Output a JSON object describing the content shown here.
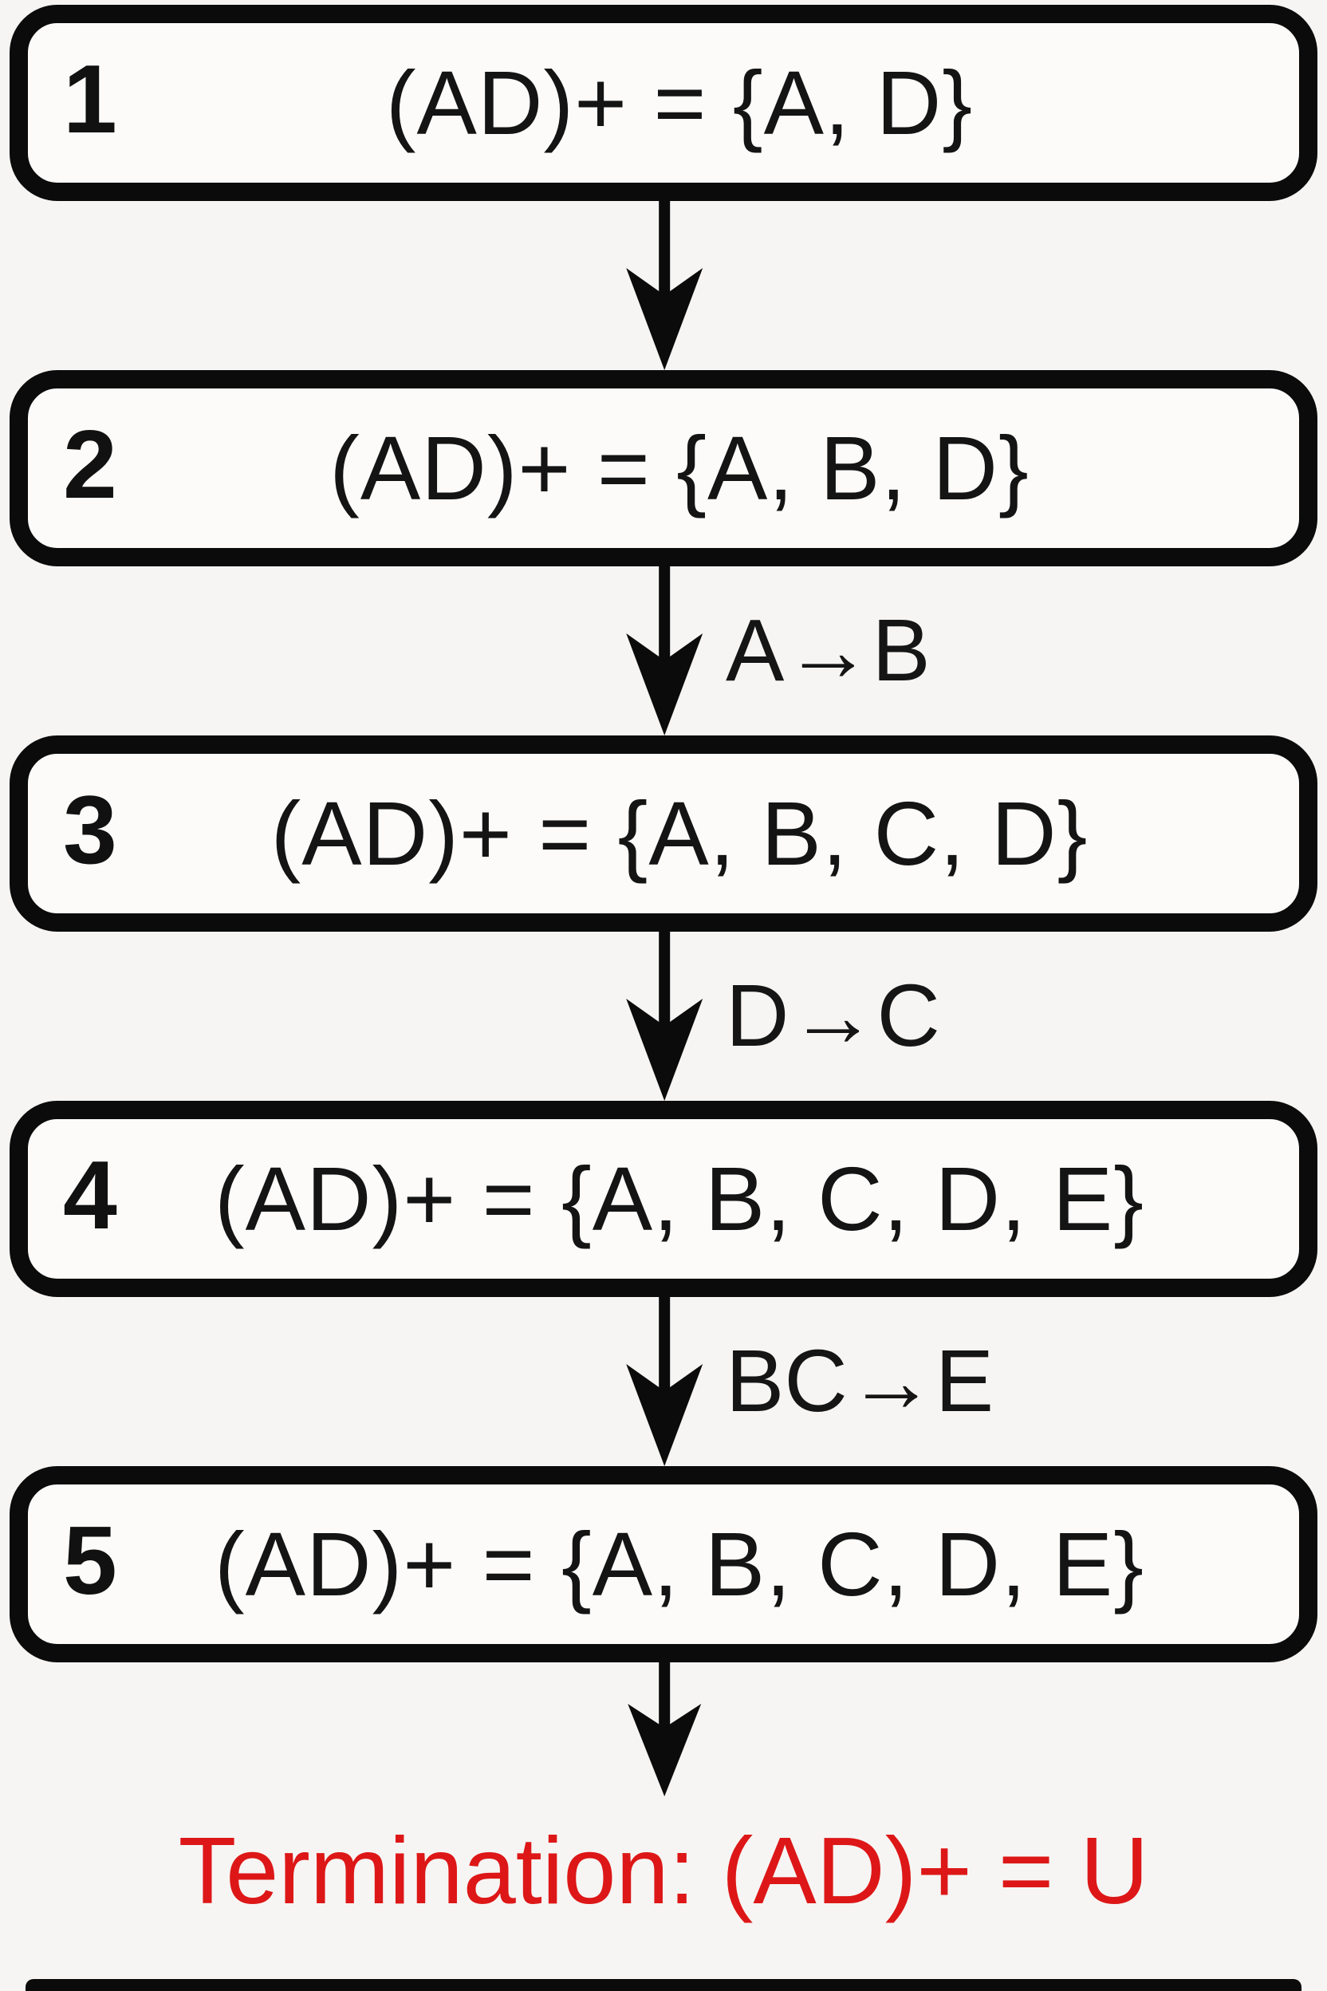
{
  "diagram": {
    "title_implicit": "Attribute closure computation flowchart",
    "colors": {
      "background": "#f6f5f3",
      "box_fill": "#fcfbfa",
      "line_and_text": "#0b0b0b",
      "termination_red": "#dd1717"
    },
    "steps": [
      {
        "number": "1",
        "formula": "(AD)+ = {A, D}",
        "transition_label": ""
      },
      {
        "number": "2",
        "formula": "(AD)+ = {A, B, D}",
        "transition_label": "A→B"
      },
      {
        "number": "3",
        "formula": "(AD)+ = {A, B, C, D}",
        "transition_label": "D→C"
      },
      {
        "number": "4",
        "formula": "(AD)+ = {A, B, C, D, E}",
        "transition_label": "BC→E"
      },
      {
        "number": "5",
        "formula": "(AD)+ = {A, B, C, D, E}",
        "transition_label": ""
      }
    ],
    "termination_text": "Termination: (AD)+ = U"
  }
}
